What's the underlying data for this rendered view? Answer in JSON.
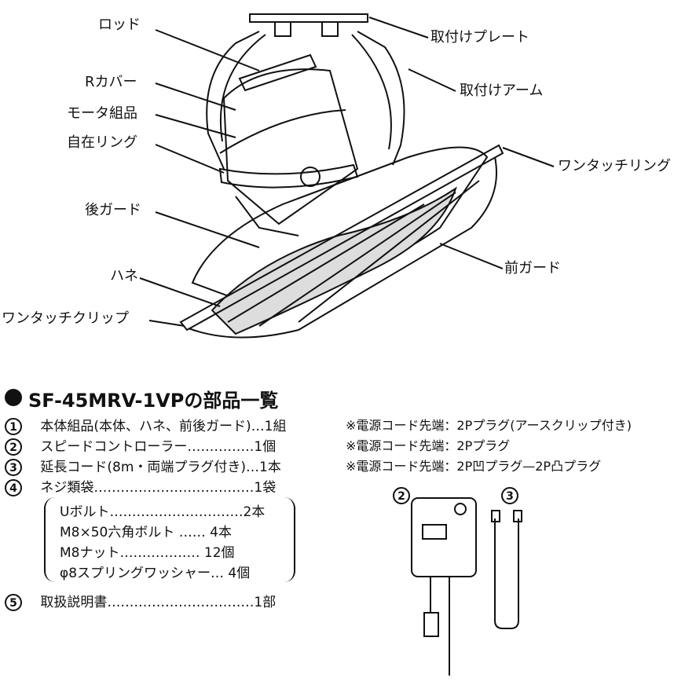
{
  "labels": {
    "rod": "ロッド",
    "r_cover": "Rカバー",
    "motor": "モータ組品",
    "ring": "自在リング",
    "rear_guard": "後ガード",
    "blade": "ハネ",
    "clip": "ワンタッチクリップ",
    "plate": "取付けプレート",
    "arm": "取付けアーム",
    "onetouch_ring": "ワンタッチリング",
    "front_guard": "前ガード"
  },
  "parts_list": {
    "title": "SF-45MRV-1VPの部品一覧",
    "items": [
      {
        "num": "1",
        "text": "本体組品(本体、ハネ、前後ガード)…1組",
        "note": "※電源コード先端：2Pプラグ(アースクリップ付き)"
      },
      {
        "num": "2",
        "text": "スピードコントローラー……………1個",
        "note": "※電源コード先端：2Pプラグ"
      },
      {
        "num": "3",
        "text": "延長コード(8m・両端プラグ付き)…1本",
        "note": "※電源コード先端：2P凹プラグ—2P凸プラグ"
      },
      {
        "num": "4",
        "text": "ネジ類袋………………………………1袋",
        "note": ""
      }
    ],
    "sub_items": [
      "Uボルト…………………………2本",
      "M8×50六角ボルト …… 4本",
      "M8ナット……………… 12個",
      "φ8スプリングワッシャー… 4個"
    ],
    "last_item": {
      "num": "5",
      "text": "取扱説明書……………………………1部"
    },
    "fig_nums": [
      "2",
      "3"
    ]
  }
}
